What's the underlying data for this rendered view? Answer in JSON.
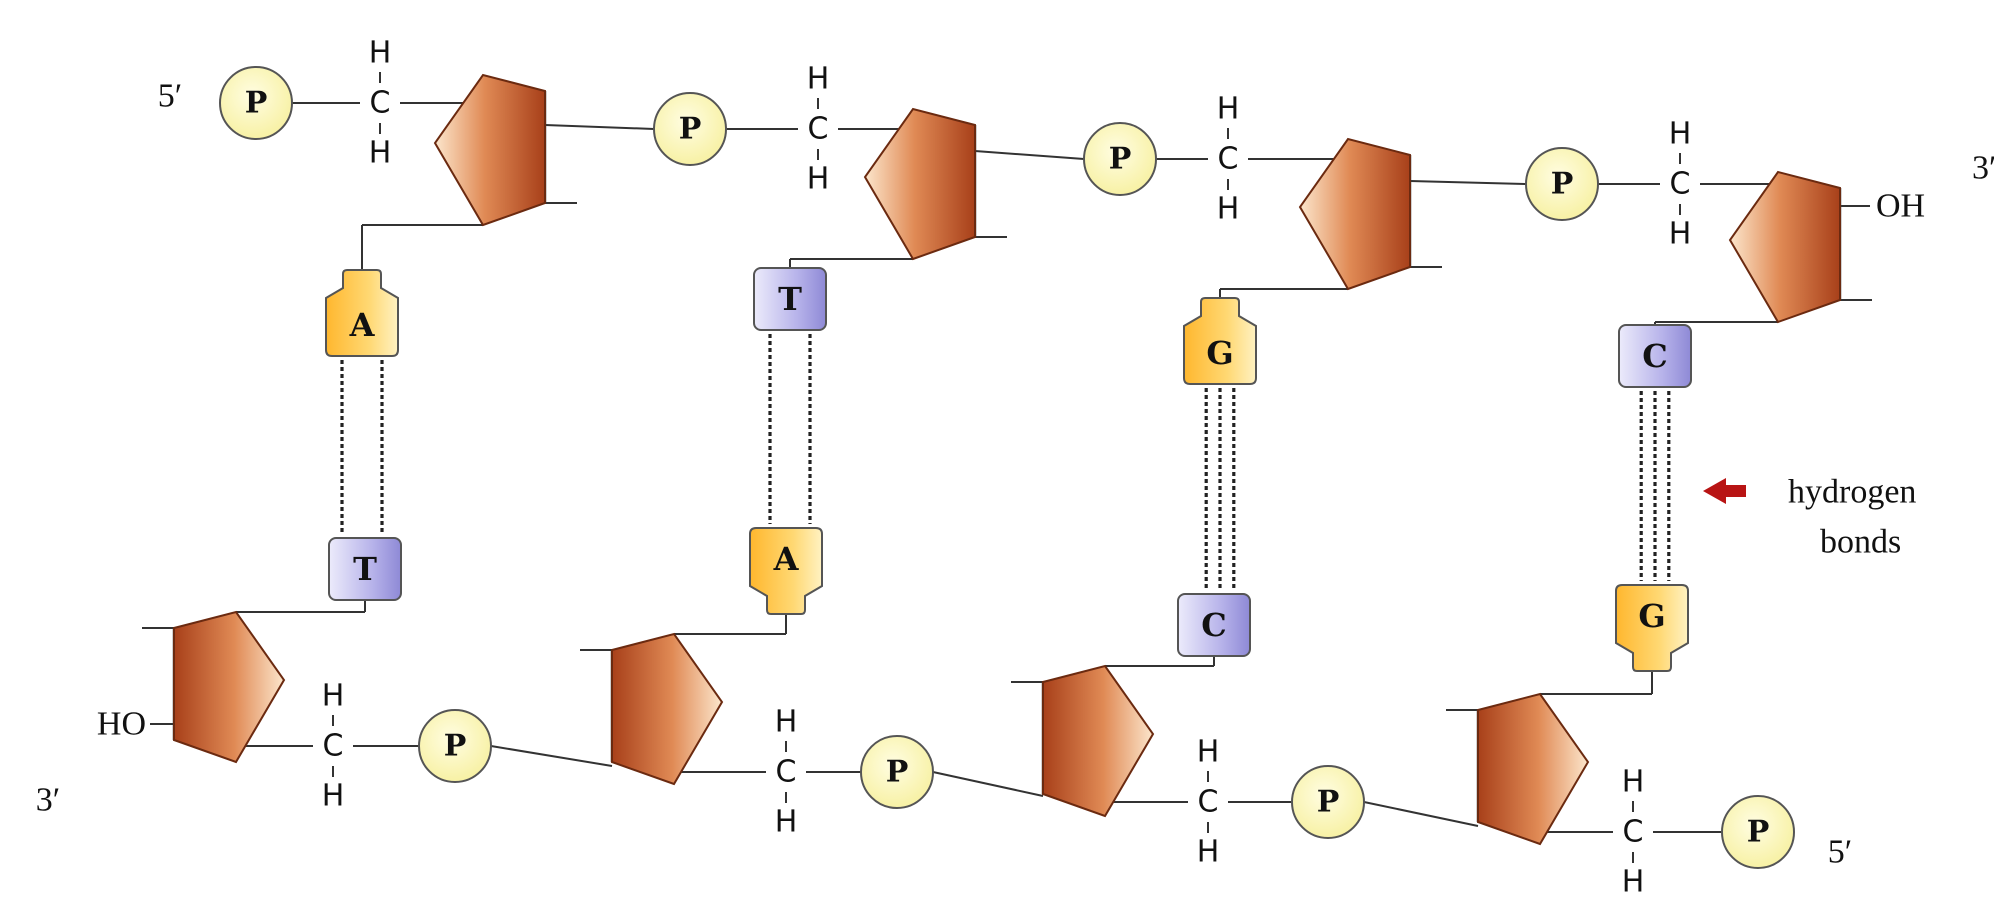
{
  "labels": {
    "top_left_end": "5′",
    "top_right_end": "3′",
    "bottom_left_end": "3′",
    "bottom_right_end": "5′",
    "top_terminal_group": "OH",
    "bottom_terminal_group": "HO",
    "annotation_line1": "hydrogen",
    "annotation_line2": "bonds"
  },
  "phosphate_label": "P",
  "methylene": {
    "carbon": "C",
    "hydrogen": "H"
  },
  "pairs": [
    {
      "top_base": "A",
      "bottom_base": "T",
      "hydrogen_bond_count": 2
    },
    {
      "top_base": "T",
      "bottom_base": "A",
      "hydrogen_bond_count": 2
    },
    {
      "top_base": "G",
      "bottom_base": "C",
      "hydrogen_bond_count": 3
    },
    {
      "top_base": "C",
      "bottom_base": "G",
      "hydrogen_bond_count": 3
    }
  ],
  "colors": {
    "phosphate_fill": "#fdf8b8",
    "purine_fill": "#ffc94a",
    "pyrimidine_fill": "#a9a6e2",
    "sugar_light": "#fbe3c8",
    "sugar_dark": "#b94a22",
    "arrow": "#b81414",
    "bond_line": "#333333"
  },
  "arrow_icon": "left-arrow-icon"
}
